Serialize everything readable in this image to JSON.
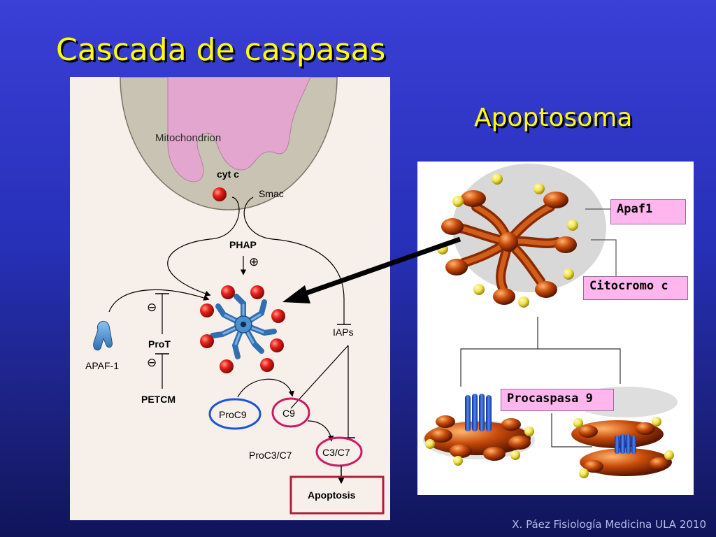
{
  "title": "Cascada de caspasas",
  "subtitle": "Apoptosoma",
  "footer": "X. Páez Fisiología Medicina ULA 2010",
  "diagram": {
    "mitochondrion": "Mitochondrion",
    "cyt_c": "cyt c",
    "smac": "Smac",
    "phap": "PHAP",
    "iaps": "IAPs",
    "apaf1_left": "APAF-1",
    "prot": "ProT",
    "petcm": "PETCM",
    "proc9": "ProC9",
    "c9": "C9",
    "proc3c7": "ProC3/C7",
    "c3c7": "C3/C7",
    "apoptosis": "Apoptosis",
    "plus_sign": "⊕",
    "minus_sign": "⊖"
  },
  "labels": {
    "apaf1": "Apaf1",
    "citocromo": "Citocromo c",
    "procaspasa": "Procaspasa 9"
  },
  "colors": {
    "title": "#ffff00",
    "mito_outer": "#c9c3b4",
    "mito_inner": "#e3a6cf",
    "cyt_c_red": "#e8211b",
    "apaf_blue": "#4a8fce",
    "proc9_circle": "#1a55d8",
    "c9_circle": "#cc1a66",
    "apoptosis_box": "#b01e3a",
    "apaf_orange": "#c74a0a",
    "cyt_yellow": "#f2e24a",
    "casp_blue": "#2a5bd6",
    "label_pink": "#ffb6ef"
  }
}
